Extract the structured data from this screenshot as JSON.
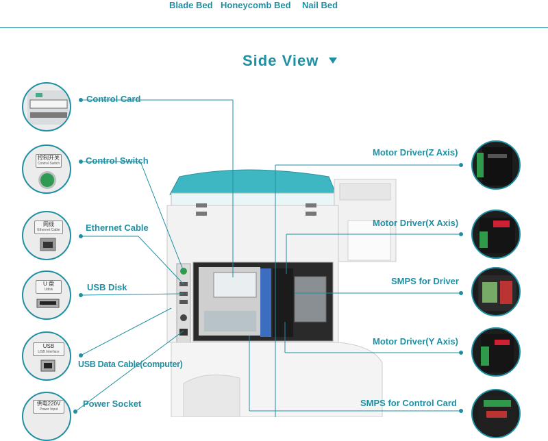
{
  "tabs": [
    "Blade Bed",
    "Honeycomb Bed",
    "Nail Bed"
  ],
  "title": "Side View",
  "left_callouts": [
    {
      "label": "Control Card",
      "icon": "control-card-photo"
    },
    {
      "label": "Control Switch",
      "icon": "control-switch-photo",
      "tag": "控制开关",
      "tag_sub": "Control Switch"
    },
    {
      "label": "Ethernet Cable",
      "icon": "ethernet-port-photo",
      "tag": "网线",
      "tag_sub": "Ethernet Cable"
    },
    {
      "label": "USB Disk",
      "icon": "usb-disk-port-photo",
      "tag": "U 盘",
      "tag_sub": "Udisk"
    },
    {
      "label": "USB Data Cable(computer)",
      "icon": "usb-interface-photo",
      "tag": "USB",
      "tag_sub": "USB Interface"
    },
    {
      "label": "Power Socket",
      "icon": "power-socket-photo",
      "tag": "供电220V",
      "tag_sub": "Power Input"
    }
  ],
  "right_callouts": [
    {
      "label": "Motor Driver(Z Axis)",
      "icon": "motor-driver-photo"
    },
    {
      "label": "Motor Driver(X Axis)",
      "icon": "motor-driver-photo"
    },
    {
      "label": "SMPS for Driver",
      "icon": "power-supply-photo"
    },
    {
      "label": "Motor Driver(Y Axis)",
      "icon": "motor-driver-photo"
    },
    {
      "label": "SMPS for Control Card",
      "icon": "power-supply-photo"
    }
  ],
  "colors": {
    "accent": "#1f8fa3",
    "machine_body": "#f2f2f2",
    "lid": "#3fb7c2"
  }
}
